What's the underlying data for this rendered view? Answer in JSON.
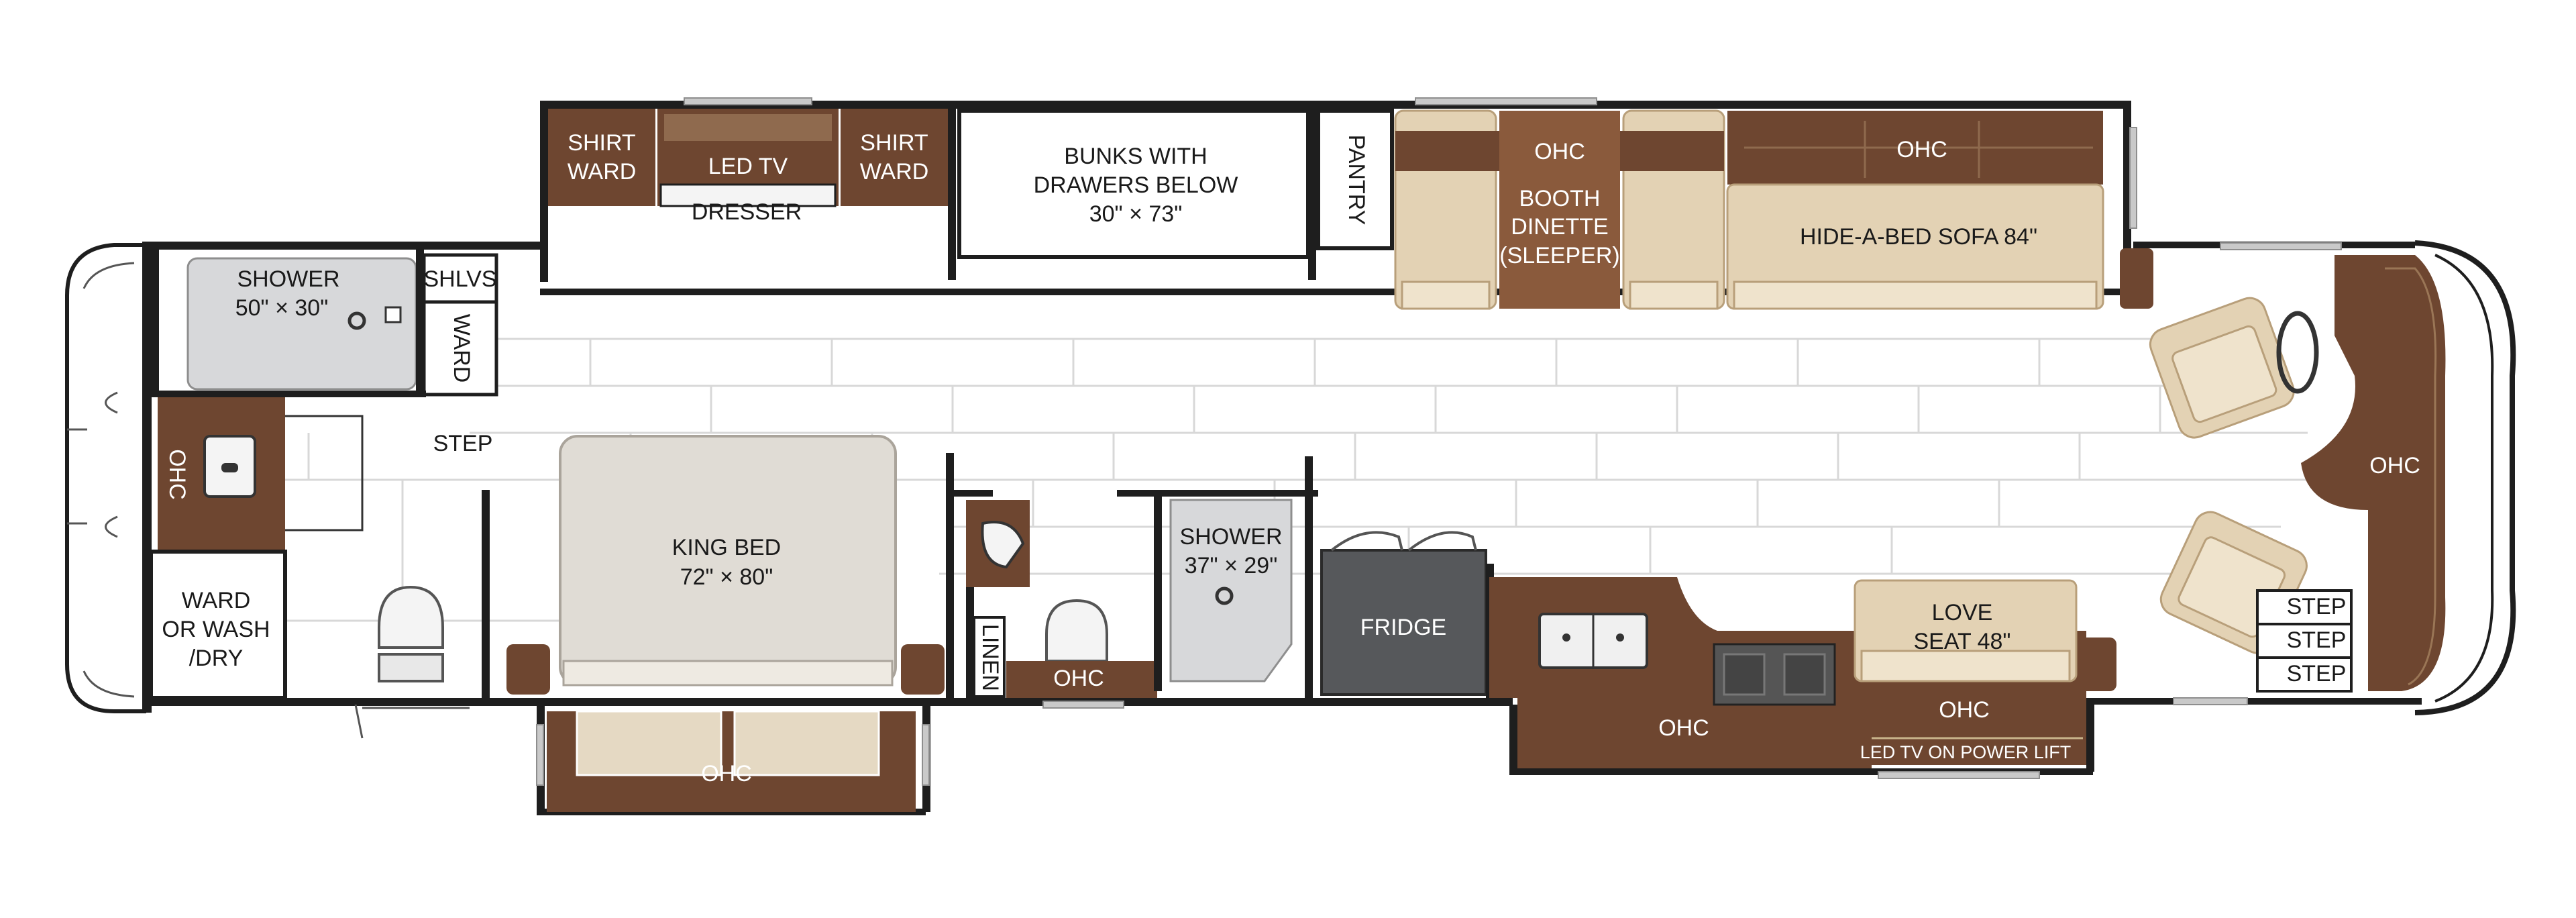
{
  "labels": {
    "shirt_ward_left": [
      "SHIRT",
      "WARD"
    ],
    "led_tv": "LED TV",
    "shirt_ward_right": [
      "SHIRT",
      "WARD"
    ],
    "dresser": "DRESSER",
    "bunks": [
      "BUNKS WITH",
      "DRAWERS BELOW",
      "30\" × 73\""
    ],
    "pantry": "PANTRY",
    "dinette_ohc": "OHC",
    "booth_dinette": [
      "BOOTH",
      "DINETTE",
      "(SLEEPER)"
    ],
    "sofa_ohc": "OHC",
    "hide_a_bed": "HIDE-A-BED SOFA 84\"",
    "shower_rear": [
      "SHOWER",
      "50\" × 30\""
    ],
    "shlvs": "SHLVS",
    "ward_vertical": "WARD",
    "step_rear": "STEP",
    "ohc_vanity": "OHC",
    "ward_wash": [
      "WARD",
      "OR WASH",
      "/DRY"
    ],
    "king_bed": [
      "KING BED",
      "72\" × 80\""
    ],
    "ohc_bed": "OHC",
    "linen": "LINEN",
    "ohc_bath": "OHC",
    "shower_mid": [
      "SHOWER",
      "37\" × 29\""
    ],
    "fridge": "FRIDGE",
    "ohc_galley": "OHC",
    "love_seat": [
      "LOVE",
      "SEAT 48\""
    ],
    "ohc_loveseat": "OHC",
    "led_tv_lift": "LED TV ON POWER LIFT",
    "ohc_cab": "OHC",
    "step_1": "STEP",
    "step_2": "STEP",
    "step_3": "STEP"
  },
  "colors": {
    "wall": "#1e1e1e",
    "cabinet": "#6e4630",
    "upholstery": "#e3d2b4",
    "fridge": "#56585b"
  }
}
